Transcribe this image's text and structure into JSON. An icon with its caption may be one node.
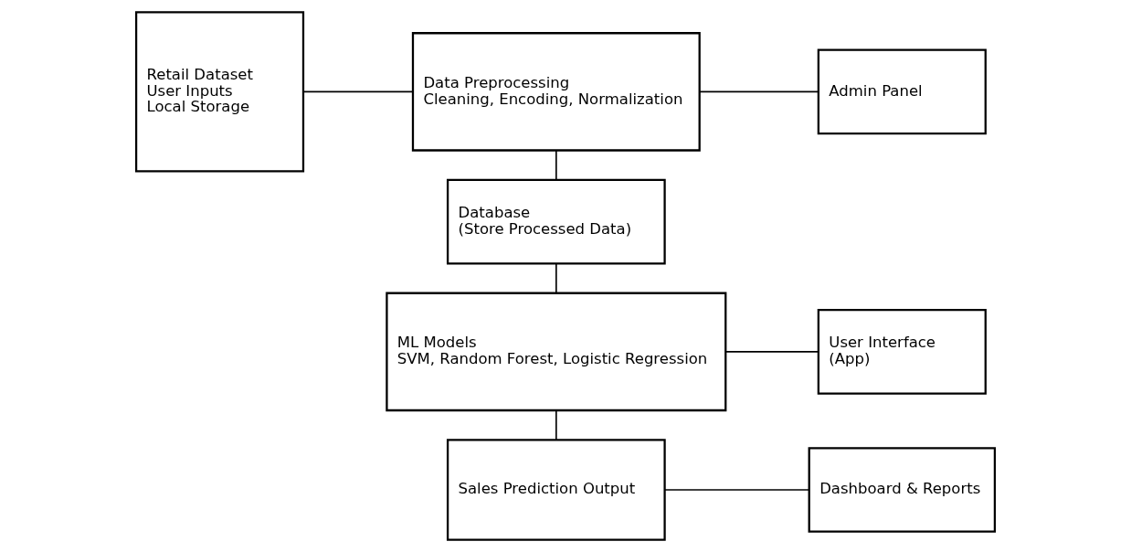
{
  "diagram": {
    "nodes": [
      {
        "text": [
          "Retail Dataset",
          "User Inputs",
          "Local Storage"
        ]
      },
      {
        "text": [
          "Data Preprocessing",
          "Cleaning, Encoding, Normalization"
        ]
      },
      {
        "text": [
          "Database",
          "(Store Processed Data)"
        ]
      },
      {
        "text": [
          "ML Models",
          "SVM, Random Forest, Logistic Regression"
        ]
      },
      {
        "text": [
          "Sales Prediction Output"
        ]
      },
      {
        "text": [
          "Admin Panel"
        ]
      },
      {
        "text": [
          "User Interface",
          "(App)"
        ]
      },
      {
        "text": [
          "Dashboard & Reports"
        ]
      }
    ],
    "edges": [
      {
        "from": 0,
        "to": 1,
        "arrow": "none"
      },
      {
        "from": 1,
        "to": 5,
        "arrow": "none"
      },
      {
        "from": 1,
        "to": 2,
        "arrow": "none"
      },
      {
        "from": 2,
        "to": 3,
        "arrow": "none"
      },
      {
        "from": 3,
        "to": 6,
        "arrow": "none"
      },
      {
        "from": 3,
        "to": 4,
        "arrow": "none"
      },
      {
        "from": 4,
        "to": 7,
        "arrow": "none"
      }
    ]
  }
}
